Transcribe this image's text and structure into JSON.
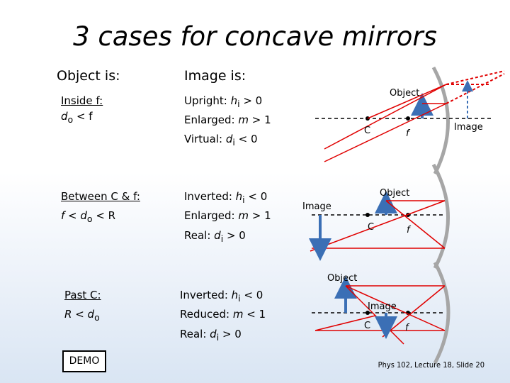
{
  "title": "3 cases for concave mirrors",
  "headers": {
    "object": "Object is:",
    "image": "Image is:"
  },
  "cases": [
    {
      "object_line1": "Inside f:",
      "object_line2": {
        "d": "d",
        "sub": "o",
        "rest": " < f"
      },
      "props": [
        {
          "label": "Upright: ",
          "h": "h",
          "sub": "i",
          "rest": " > 0"
        },
        {
          "label": "Enlarged: ",
          "h": "m",
          "sub": "",
          "rest": " > 1"
        },
        {
          "label": "Virtual: ",
          "h": "d",
          "sub": "i",
          "rest": " < 0"
        }
      ]
    },
    {
      "object_line1": "Between C & f:",
      "object_line2": {
        "d": "f < d",
        "sub": "o",
        "rest": " < R"
      },
      "props": [
        {
          "label": "Inverted: ",
          "h": "h",
          "sub": "i",
          "rest": " < 0"
        },
        {
          "label": "Enlarged: ",
          "h": "m",
          "sub": "",
          "rest": " > 1"
        },
        {
          "label": "Real: ",
          "h": "d",
          "sub": "i",
          "rest": " > 0"
        }
      ]
    },
    {
      "object_line1": "Past C:",
      "object_line2": {
        "d": "R < d",
        "sub": "o",
        "rest": ""
      },
      "props": [
        {
          "label": "Inverted: ",
          "h": "h",
          "sub": "i",
          "rest": " < 0"
        },
        {
          "label": "Reduced: ",
          "h": "m",
          "sub": "",
          "rest": " < 1"
        },
        {
          "label": "Real: ",
          "h": "d",
          "sub": "i",
          "rest": " > 0"
        }
      ]
    }
  ],
  "diagram_labels": {
    "object": "Object",
    "image": "Image",
    "c": "C",
    "f": "f"
  },
  "demo_label": "DEMO",
  "footer": "Phys 102, Lecture 18, Slide 20",
  "colors": {
    "arrow_blue": "#3b6fb5",
    "ray_red": "#e00000",
    "mirror_gray": "#a6a6a6"
  }
}
